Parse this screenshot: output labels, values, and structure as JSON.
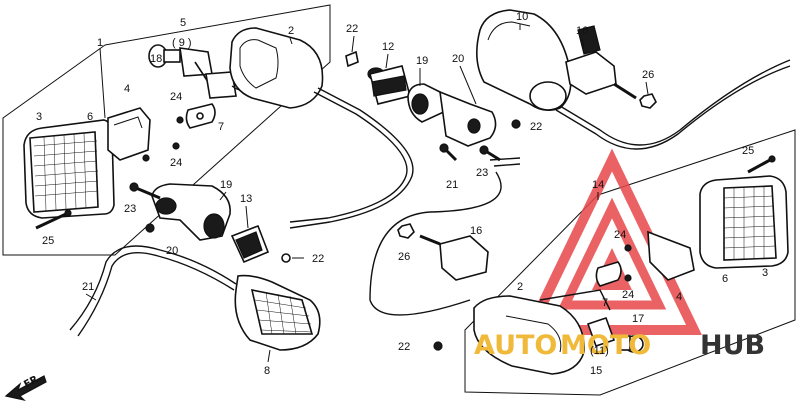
{
  "callouts": {
    "c1": "1",
    "c2a": "2",
    "c2b": "2",
    "c3a": "3",
    "c3b": "3",
    "c4a": "4",
    "c4b": "4",
    "c5": "5",
    "c9a": "( 9 )",
    "c6a": "6",
    "c6b": "6",
    "c7a": "7",
    "c7b": "7",
    "c8": "8",
    "c10": "10",
    "c11": "(11)",
    "c12": "12",
    "c13": "13",
    "c14": "14",
    "c15": "15",
    "c16a": "16",
    "c16b": "16",
    "c17": "17",
    "c18": "18",
    "c19a": "19",
    "c19b": "19",
    "c20a": "20",
    "c20b": "20",
    "c21a": "21",
    "c21b": "21",
    "c22a": "22",
    "c22b": "22",
    "c22c": "22",
    "c22d": "22",
    "c23a": "23",
    "c23b": "23",
    "c24a": "24",
    "c24b": "24",
    "c24c": "24",
    "c24d": "24",
    "c25a": "25",
    "c25b": "25",
    "c26a": "26",
    "c26b": "26"
  },
  "direction_label": "FR.",
  "watermark": {
    "word_a": "AUTO",
    "word_b": "MOTO",
    "word_c": "HUB",
    "color_a": "#f0b93a",
    "color_b": "#f0b93a",
    "color_c": "#333333",
    "logo_color": "#e8474b"
  }
}
